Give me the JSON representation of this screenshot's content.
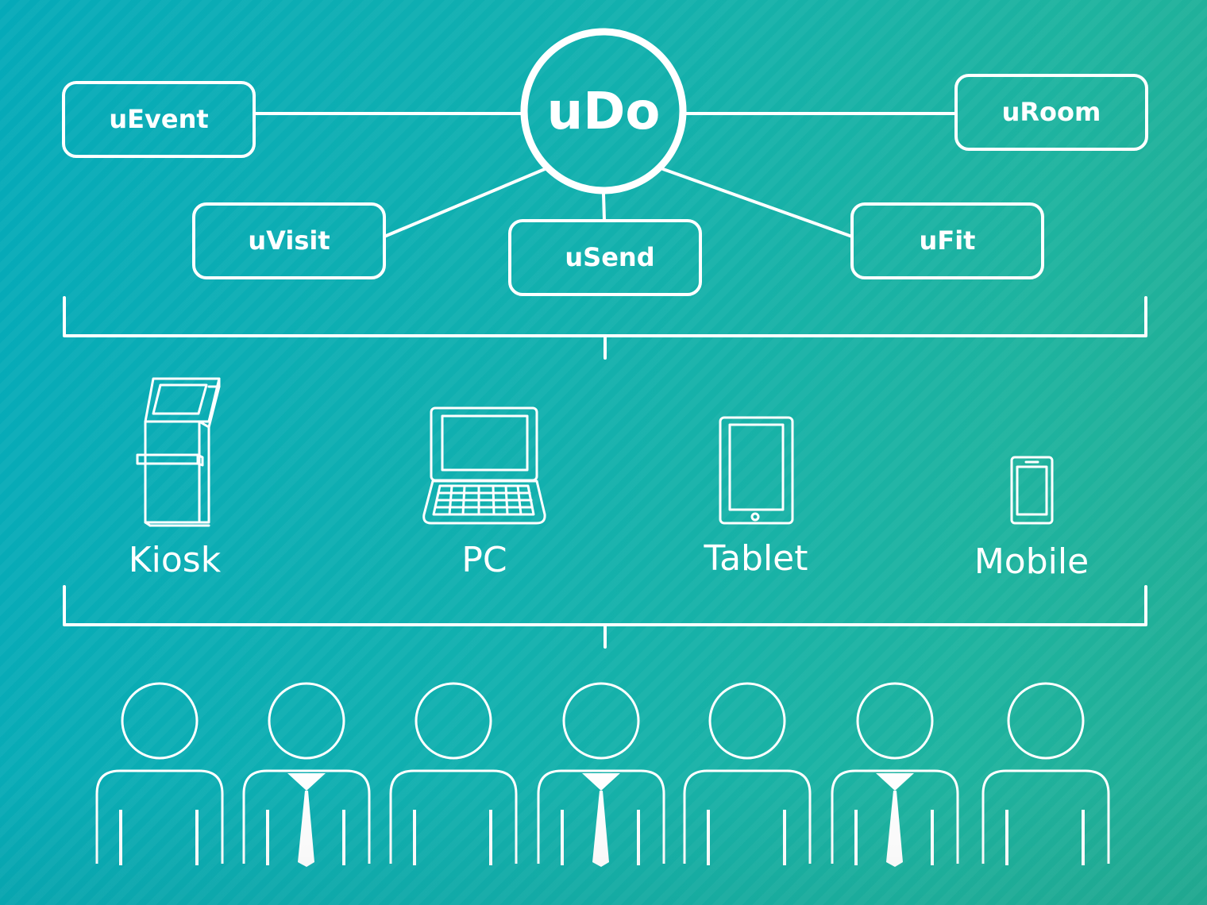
{
  "diagram": {
    "hub": {
      "label": "uDo"
    },
    "modules": [
      {
        "id": "uevent",
        "label": "uEvent"
      },
      {
        "id": "uroom",
        "label": "uRoom"
      },
      {
        "id": "uvisit",
        "label": "uVisit"
      },
      {
        "id": "usend",
        "label": "uSend"
      },
      {
        "id": "ufit",
        "label": "uFit"
      }
    ],
    "devices": [
      {
        "id": "kiosk",
        "label": "Kiosk",
        "icon": "kiosk-icon"
      },
      {
        "id": "pc",
        "label": "PC",
        "icon": "laptop-icon"
      },
      {
        "id": "tablet",
        "label": "Tablet",
        "icon": "tablet-icon"
      },
      {
        "id": "mobile",
        "label": "Mobile",
        "icon": "mobile-phone-icon"
      }
    ],
    "users": [
      {
        "type": "person"
      },
      {
        "type": "person-with-tie"
      },
      {
        "type": "person"
      },
      {
        "type": "person-with-tie"
      },
      {
        "type": "person"
      },
      {
        "type": "person-with-tie"
      },
      {
        "type": "person"
      }
    ],
    "colors": {
      "background_left": "#05aab9",
      "background_right": "#22ae95",
      "foreground": "#ffffff"
    }
  }
}
